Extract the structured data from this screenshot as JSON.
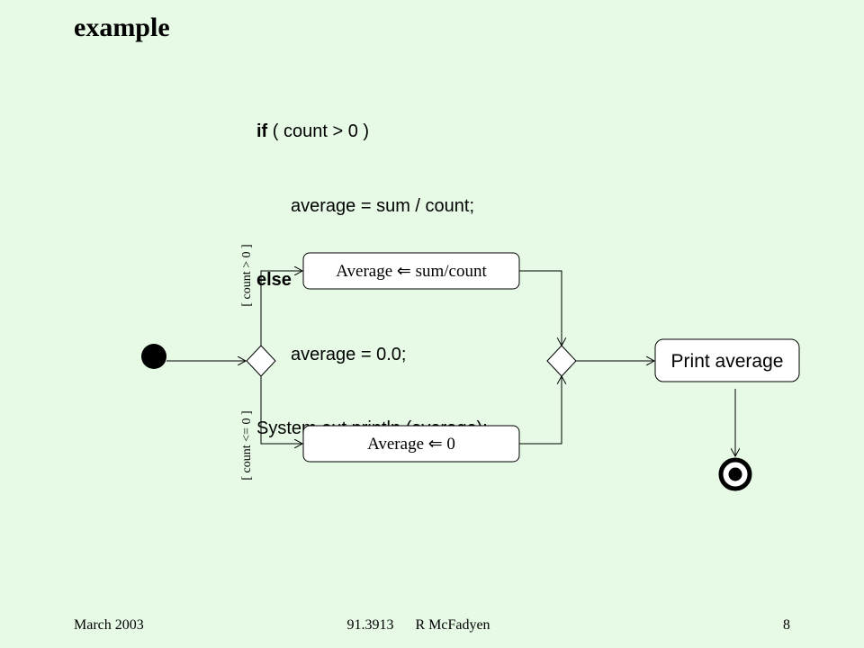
{
  "slide": {
    "title": "example",
    "code": {
      "if_keyword": "if",
      "if_condition": " ( count > 0 )",
      "then_statement": "average = sum / count;",
      "else_keyword": "else",
      "else_statement": "average = 0.0;",
      "print_statement": "System.out.println (average);"
    }
  },
  "diagram": {
    "activity_top": "Average  ⇐ sum/count",
    "activity_bottom": "Average  ⇐ 0",
    "activity_print": "Print average",
    "guard_top": "[ count > 0 ]",
    "guard_bottom": "[ count <= 0 ]"
  },
  "footer": {
    "date": "March 2003",
    "course": "91.3913      R McFadyen",
    "page": "8"
  }
}
